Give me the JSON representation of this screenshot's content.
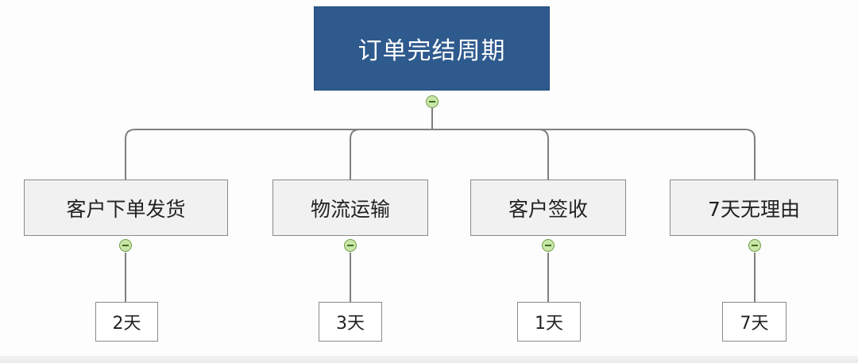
{
  "diagram": {
    "root": {
      "label": "订单完结周期"
    },
    "stages": [
      {
        "label": "客户下单发货",
        "duration": "2天"
      },
      {
        "label": "物流运输",
        "duration": "3天"
      },
      {
        "label": "客户签收",
        "duration": "1天"
      },
      {
        "label": "7天无理由",
        "duration": "7天"
      }
    ]
  },
  "colors": {
    "root_fill": "#2f5a8e",
    "stage_fill": "#f1f1f1",
    "connector": "#7f7f7f",
    "collapse_fill": "#c8e6a8"
  }
}
